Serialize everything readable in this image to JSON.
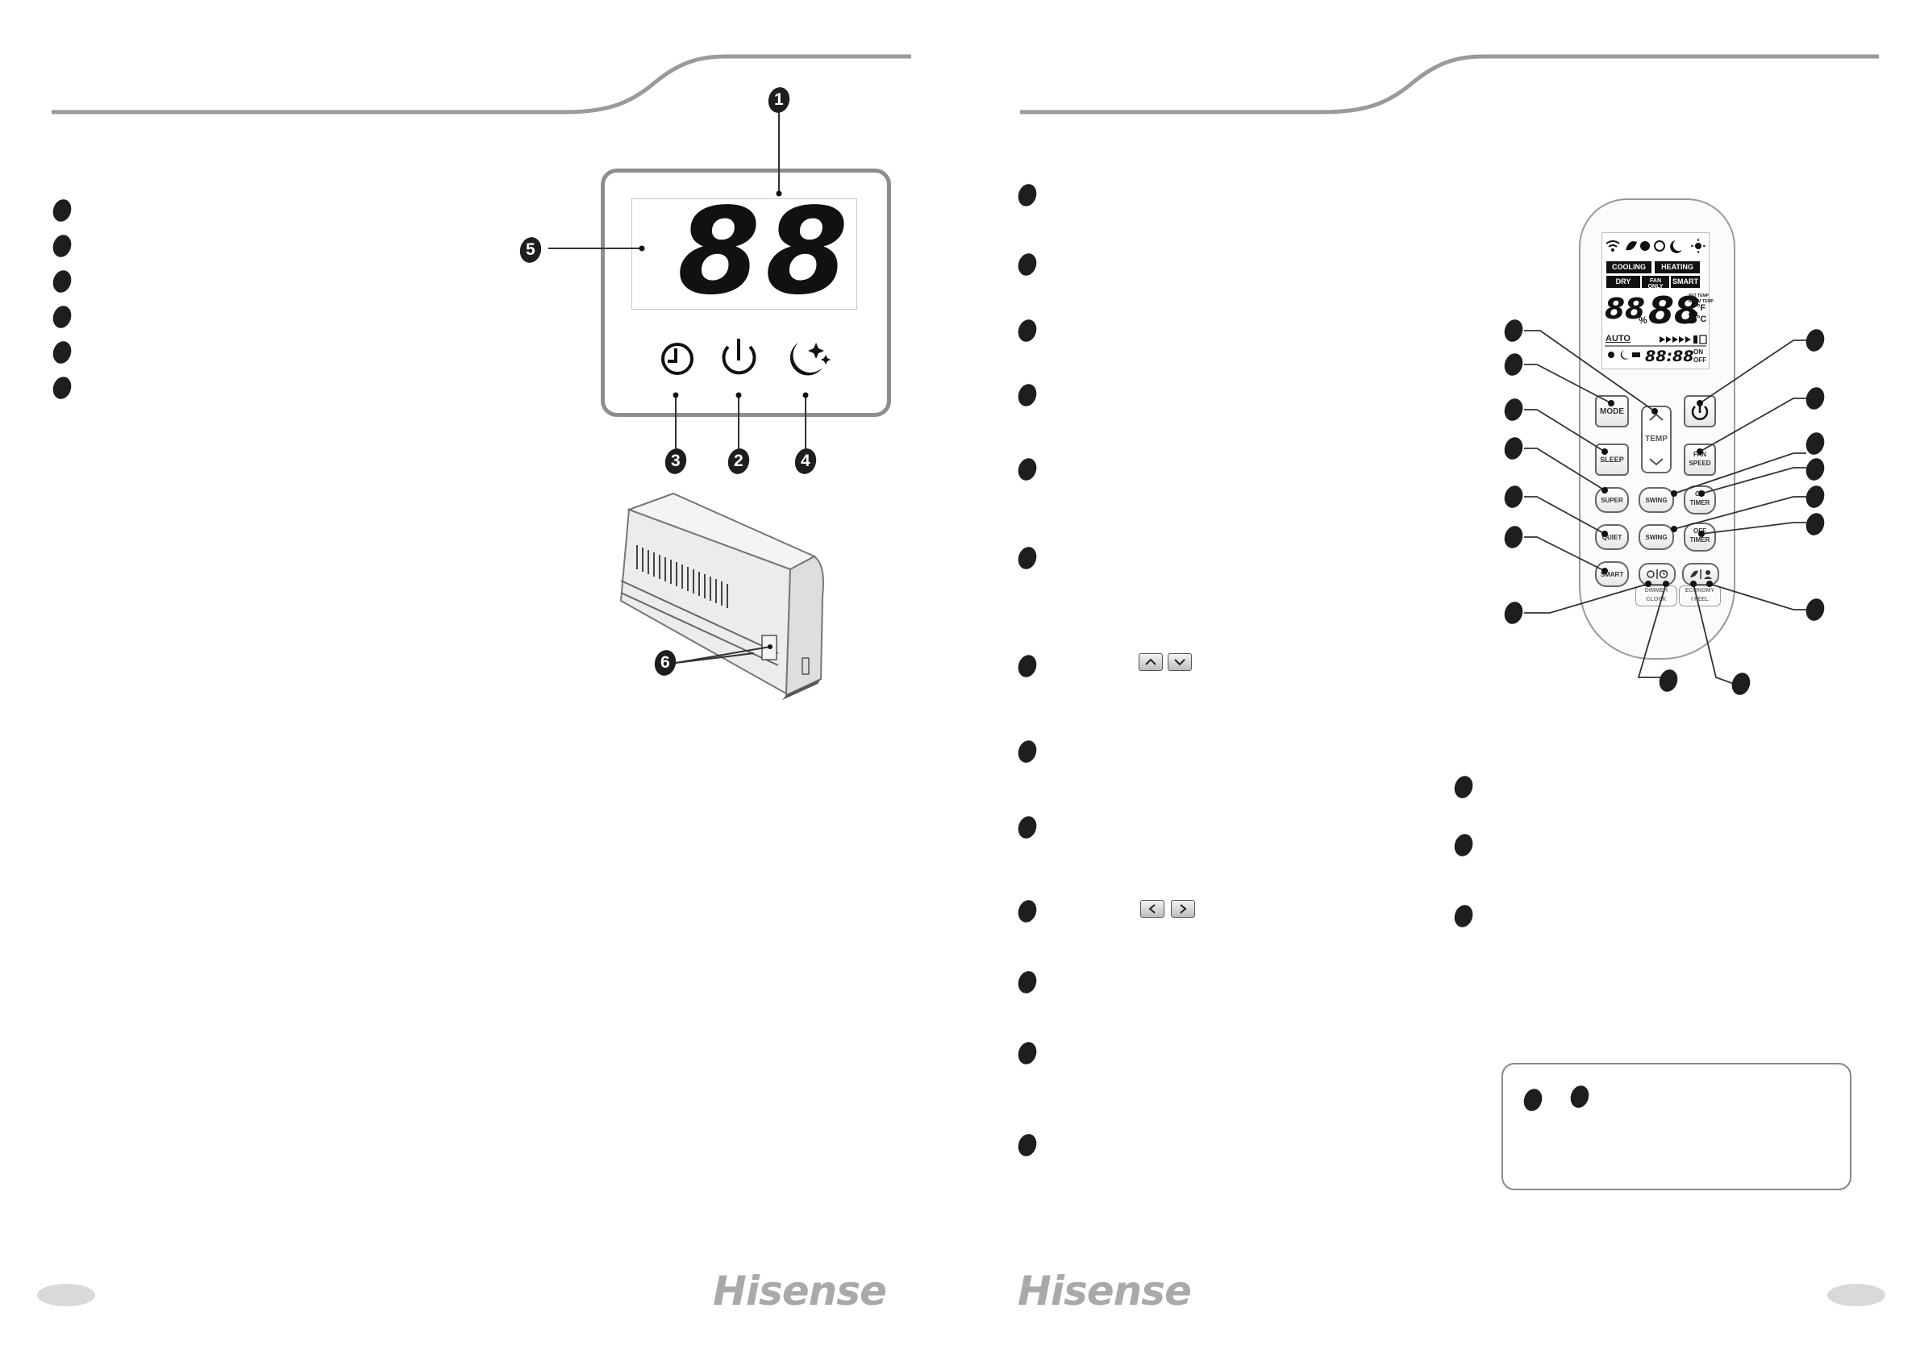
{
  "brand": {
    "left_logo": "Hisense",
    "right_logo": "Hisense"
  },
  "indoor_display": {
    "digits": "88",
    "callouts": {
      "n1": "1",
      "n2": "2",
      "n3": "3",
      "n4": "4",
      "n5": "5",
      "n6": "6"
    },
    "icons": [
      "timer-icon",
      "power-icon",
      "sleep-moon-icon"
    ]
  },
  "remote": {
    "mode_labels": {
      "cooling": "COOLING",
      "heating": "HEATING",
      "dry": "DRY",
      "fan_only": "FAN ONLY",
      "smart": "SMART"
    },
    "lcd": {
      "humidity_digits": "88",
      "humidity_unit": "%",
      "temp_digits": "88",
      "temp_decimal": "8",
      "unit_f": "°F",
      "unit_c": "°C",
      "set_temp": "SET TEMP",
      "room_temp": "ROOM TEMP",
      "auto": "AUTO",
      "clock": "88:88",
      "on": "ON",
      "off": "OFF"
    },
    "buttons": {
      "mode": "MODE",
      "temp": "TEMP",
      "sleep": "SLEEP",
      "fan_1": "FAN",
      "fan_2": "SPEED",
      "super": "SUPER",
      "swing_v": "SWING",
      "on_timer_1": "ON",
      "on_timer_2": "TIMER",
      "quiet": "QUIET",
      "swing_h": "SWING",
      "off_timer_1": "OFF",
      "off_timer_2": "TIMER",
      "smart": "SMART",
      "dimmer": "DIMMER",
      "clock": "CLOCK",
      "economy": "ECONOMY",
      "ifeel": "I FEEL"
    }
  },
  "colors": {
    "ink": "#1e1e1e",
    "rule": "#9a9a9a",
    "brand": "#a9a9a9"
  }
}
